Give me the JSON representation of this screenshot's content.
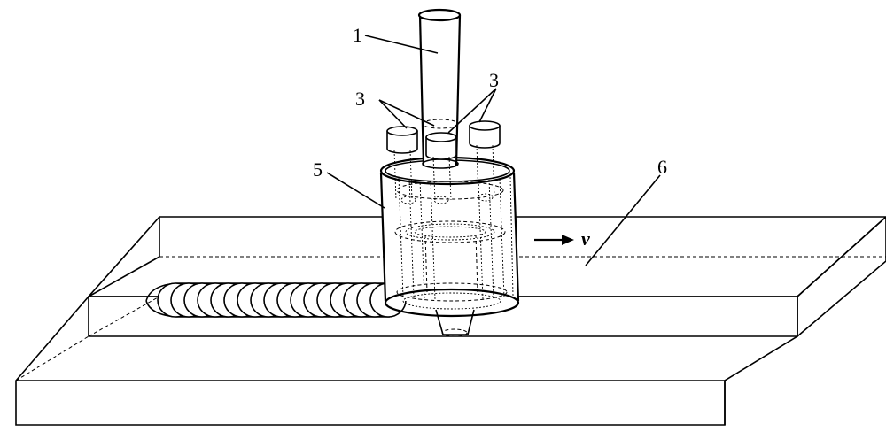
{
  "labels": {
    "l1": "1",
    "l3a": "3",
    "l3b": "3",
    "l5": "5",
    "l6": "6",
    "velocity": "v"
  },
  "colors": {
    "line": "#000000",
    "background": "#ffffff"
  }
}
